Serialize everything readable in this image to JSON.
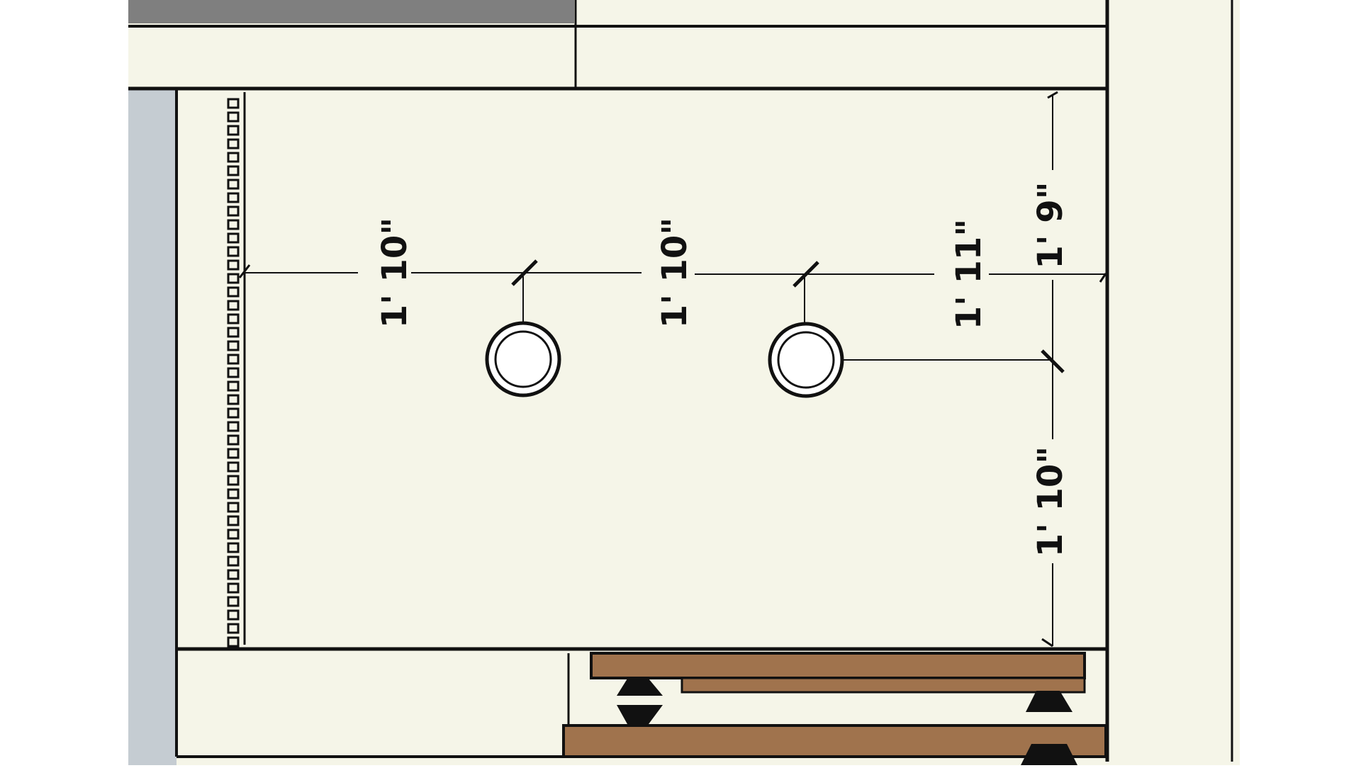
{
  "colors": {
    "background": "#ffffff",
    "floor": "#f5f5e8",
    "gray_band": "#7f7f7f",
    "blue_gray": "#c5ccd2",
    "line": "#111111",
    "wood": "#a0734d",
    "wood_dark": "#6b4a2e",
    "dimension_text": "#111111"
  },
  "dimensions": {
    "left_horizontal": "1' 10\"",
    "middle_horizontal": "1' 10\"",
    "right_horizontal": "1' 11\"",
    "top_vertical": "1' 9\"",
    "bottom_vertical": "1' 10\""
  },
  "fixtures": {
    "left_light": "recessed-light",
    "right_light": "recessed-light"
  }
}
